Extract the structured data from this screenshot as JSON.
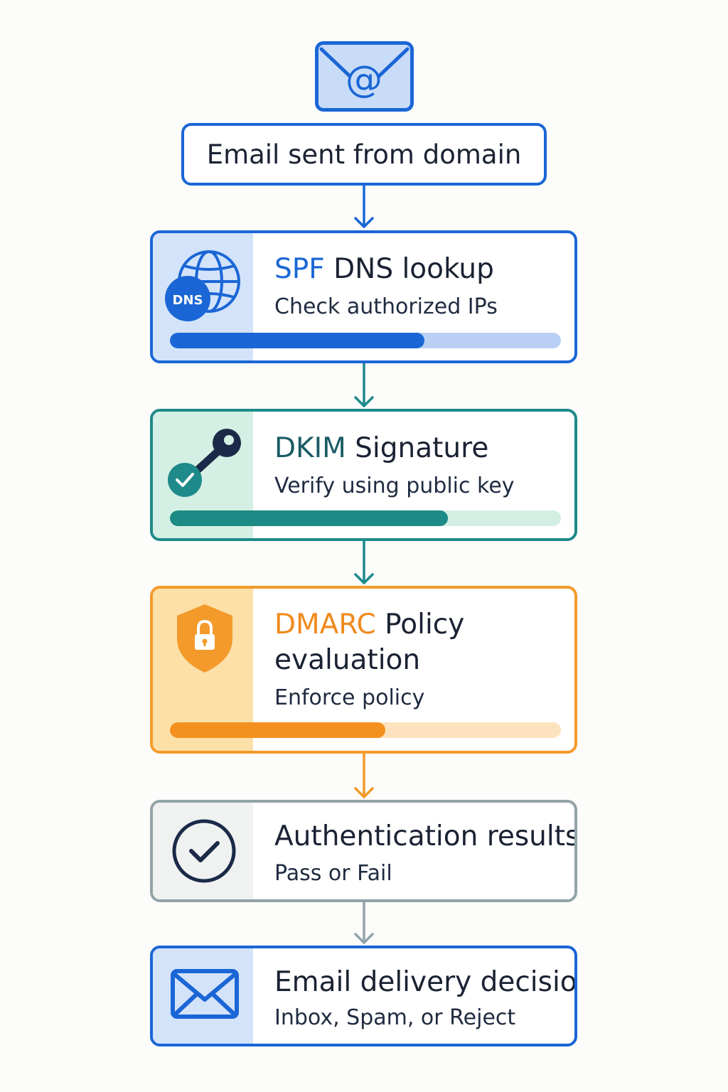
{
  "start": {
    "icon": "email-at-icon",
    "label": "Email sent from domain"
  },
  "steps": [
    {
      "id": "spf",
      "icon": "dns-globe-icon",
      "icon_label": "DNS",
      "title_accent": "SPF",
      "title_rest": " DNS lookup",
      "subtitle": "Check authorized IPs",
      "progress": 0.65,
      "color": "#1a66d6"
    },
    {
      "id": "dkim",
      "icon": "key-check-icon",
      "title_accent": "DKIM",
      "title_rest": " Signature",
      "subtitle": "Verify using public key",
      "progress": 0.71,
      "color": "#1e8a8a"
    },
    {
      "id": "dmarc",
      "icon": "shield-lock-icon",
      "title_accent": "DMARC",
      "title_rest": " Policy",
      "title_line2": "evaluation",
      "subtitle": "Enforce policy",
      "progress": 0.55,
      "color": "#f39a2b"
    },
    {
      "id": "auth",
      "icon": "check-circle-icon",
      "title": "Authentication results",
      "subtitle": "Pass or Fail",
      "color": "#93a3a8"
    },
    {
      "id": "delivery",
      "icon": "envelope-icon",
      "title": "Email delivery decision",
      "subtitle": "Inbox, Spam, or Reject",
      "color": "#1a66d6"
    }
  ]
}
